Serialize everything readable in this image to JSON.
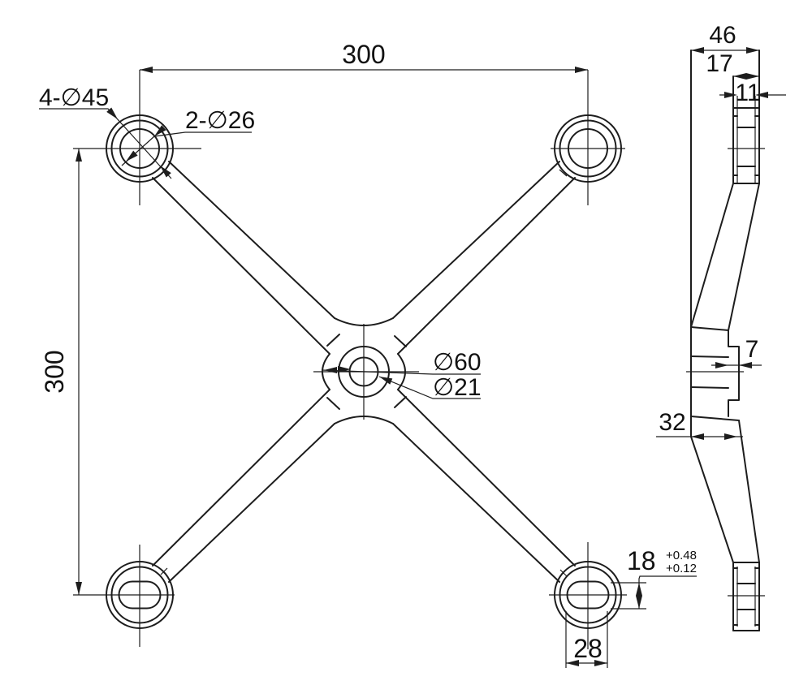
{
  "colors": {
    "background": "#ffffff",
    "line": "#1d1d1d"
  },
  "front_view": {
    "dim_horizontal": "300",
    "dim_vertical": "300",
    "corner_hole_label": "4-∅45",
    "corner_bore_label": "2-∅26",
    "hub_outer_label": "∅60",
    "hub_hole_label": "∅21",
    "slot_height": "18",
    "slot_height_tol_upper": "+0.48",
    "slot_height_tol_lower": "+0.12",
    "slot_width": "28"
  },
  "side_view": {
    "depth": "46",
    "lug_width": "17",
    "bore_width": "11",
    "boss_depth": "7",
    "waist_width": "32"
  }
}
